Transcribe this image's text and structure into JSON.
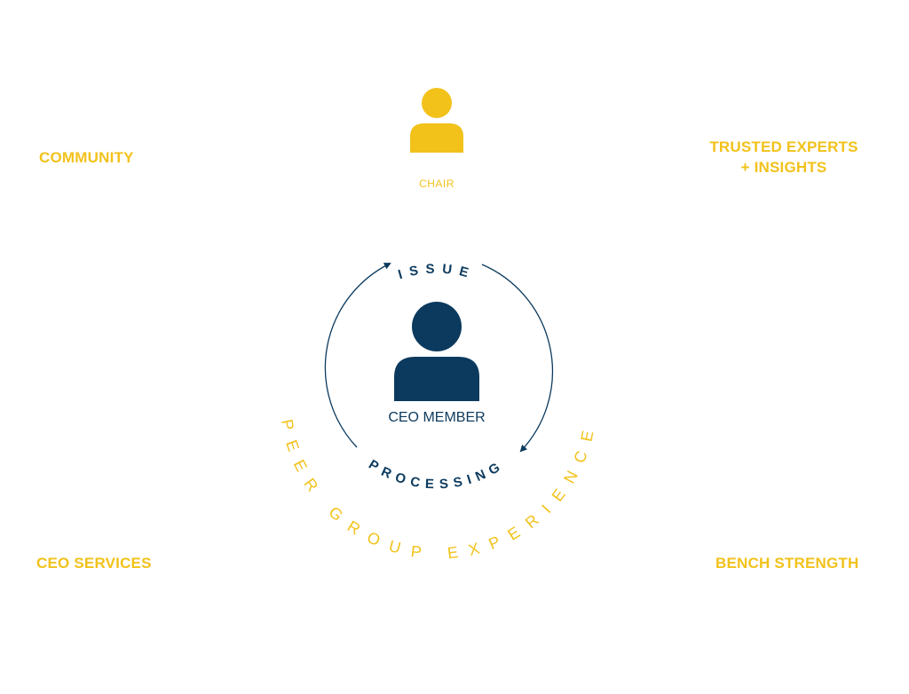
{
  "corners": {
    "community": "COMMUNITY",
    "trusted_line1": "TRUSTED EXPERTS",
    "trusted_line2": "+ INSIGHTS",
    "ceo_services": "CEO SERVICES",
    "bench_strength": "BENCH STRENGTH"
  },
  "chair": {
    "label": "CHAIR",
    "icon": "person-icon"
  },
  "center": {
    "label": "CEO MEMBER",
    "icon": "person-icon",
    "top_arc_text": "ISSUE",
    "bottom_arc_text": "PROCESSING",
    "outer_arc_text": "PEER GROUP EXPERIENCE"
  },
  "colors": {
    "accent_yellow": "#f2c21b",
    "navy": "#0c3a5e"
  }
}
